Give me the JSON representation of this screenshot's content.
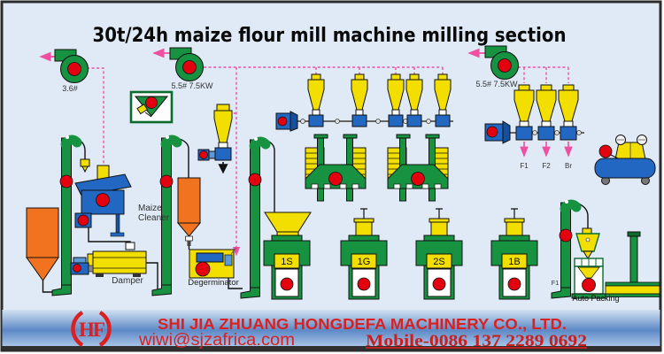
{
  "title": "30t/24h maize flour mill machine milling section",
  "diagram": {
    "fans": [
      {
        "label": "3.6#"
      },
      {
        "label": "5.5# 7.5KW"
      },
      {
        "label": "5.5# 7.5KW"
      }
    ],
    "machine_labels": {
      "maize_cleaner_line1": "Maize",
      "maize_cleaner_line2": "Cleaner",
      "damper": "Damper",
      "degerminator": "Degerminator",
      "auto_packing": "Auto Packing",
      "elevator_tag": "F1"
    },
    "mills": [
      {
        "label": "1S"
      },
      {
        "label": "1G"
      },
      {
        "label": "2S"
      },
      {
        "label": "1B"
      }
    ],
    "cyclone_outputs": [
      {
        "label": "F1"
      },
      {
        "label": "F2"
      },
      {
        "label": "Br"
      }
    ]
  },
  "banner": {
    "logo_text": "HF",
    "company": "SHI JIA ZHUANG HONGDEFA MACHINERY CO., LTD.",
    "email": "wiwi@sjzafrica.com",
    "mobile": "Mobile-0086 137 2289 0692"
  },
  "colors": {
    "background": "#dfeaf6",
    "machine_green": "#169240",
    "machine_dark_green": "#0b6b2d",
    "machine_yellow": "#f2df00",
    "machine_blue": "#2267c2",
    "machine_orange": "#f2731f",
    "accent_red": "#e3000f",
    "aspiration_pink": "#ef4fa1",
    "banner_text_red": "#d92121"
  }
}
